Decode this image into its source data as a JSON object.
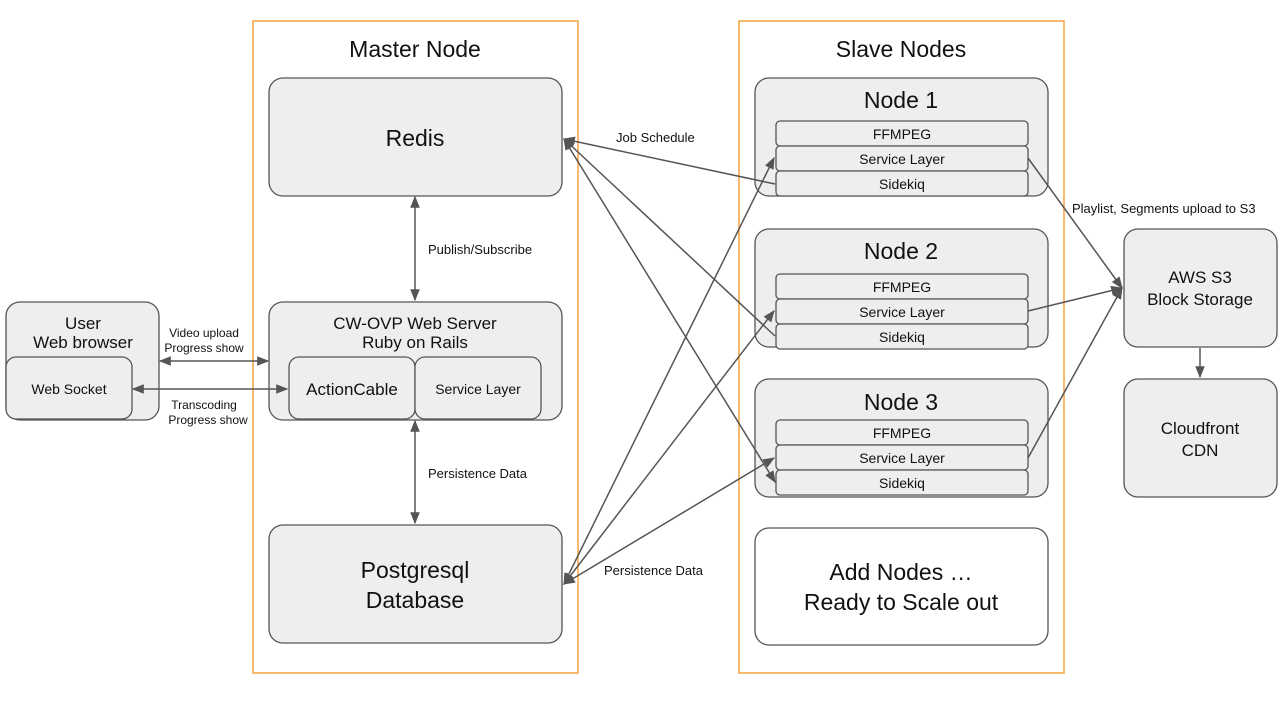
{
  "master": {
    "title": "Master Node",
    "redis": "Redis",
    "web_server": {
      "line1": "CW-OVP Web Server",
      "line2": "Ruby on Rails"
    },
    "action_cable": "ActionCable",
    "service_layer": "Service Layer",
    "postgres": {
      "line1": "Postgresql",
      "line2": "Database"
    }
  },
  "slaves": {
    "title": "Slave Nodes",
    "nodes": [
      {
        "name": "Node 1",
        "layers": [
          "FFMPEG",
          "Service Layer",
          "Sidekiq"
        ]
      },
      {
        "name": "Node 2",
        "layers": [
          "FFMPEG",
          "Service Layer",
          "Sidekiq"
        ]
      },
      {
        "name": "Node 3",
        "layers": [
          "FFMPEG",
          "Service Layer",
          "Sidekiq"
        ]
      }
    ],
    "add": {
      "line1": "Add Nodes …",
      "line2": "Ready to Scale out"
    }
  },
  "user": {
    "line1": "User",
    "line2": "Web browser",
    "websocket": "Web Socket"
  },
  "aws": {
    "s3": {
      "line1": "AWS S3",
      "line2": "Block Storage"
    },
    "cdn": {
      "line1": "Cloudfront",
      "line2": "CDN"
    }
  },
  "labels": {
    "job_schedule": "Job Schedule",
    "pubsub": "Publish/Subscribe",
    "persistence_master": "Persistence Data",
    "persistence_slaves": "Persistence Data",
    "upload": {
      "line1": "Video upload",
      "line2": "Progress show"
    },
    "transcoding": {
      "line1": "Transcoding",
      "line2": "Progress show"
    },
    "s3_upload": "Playlist, Segments upload to S3"
  },
  "colors": {
    "group_border": "#f5a342",
    "box_fill": "#eeeeee",
    "stroke": "#555555"
  }
}
